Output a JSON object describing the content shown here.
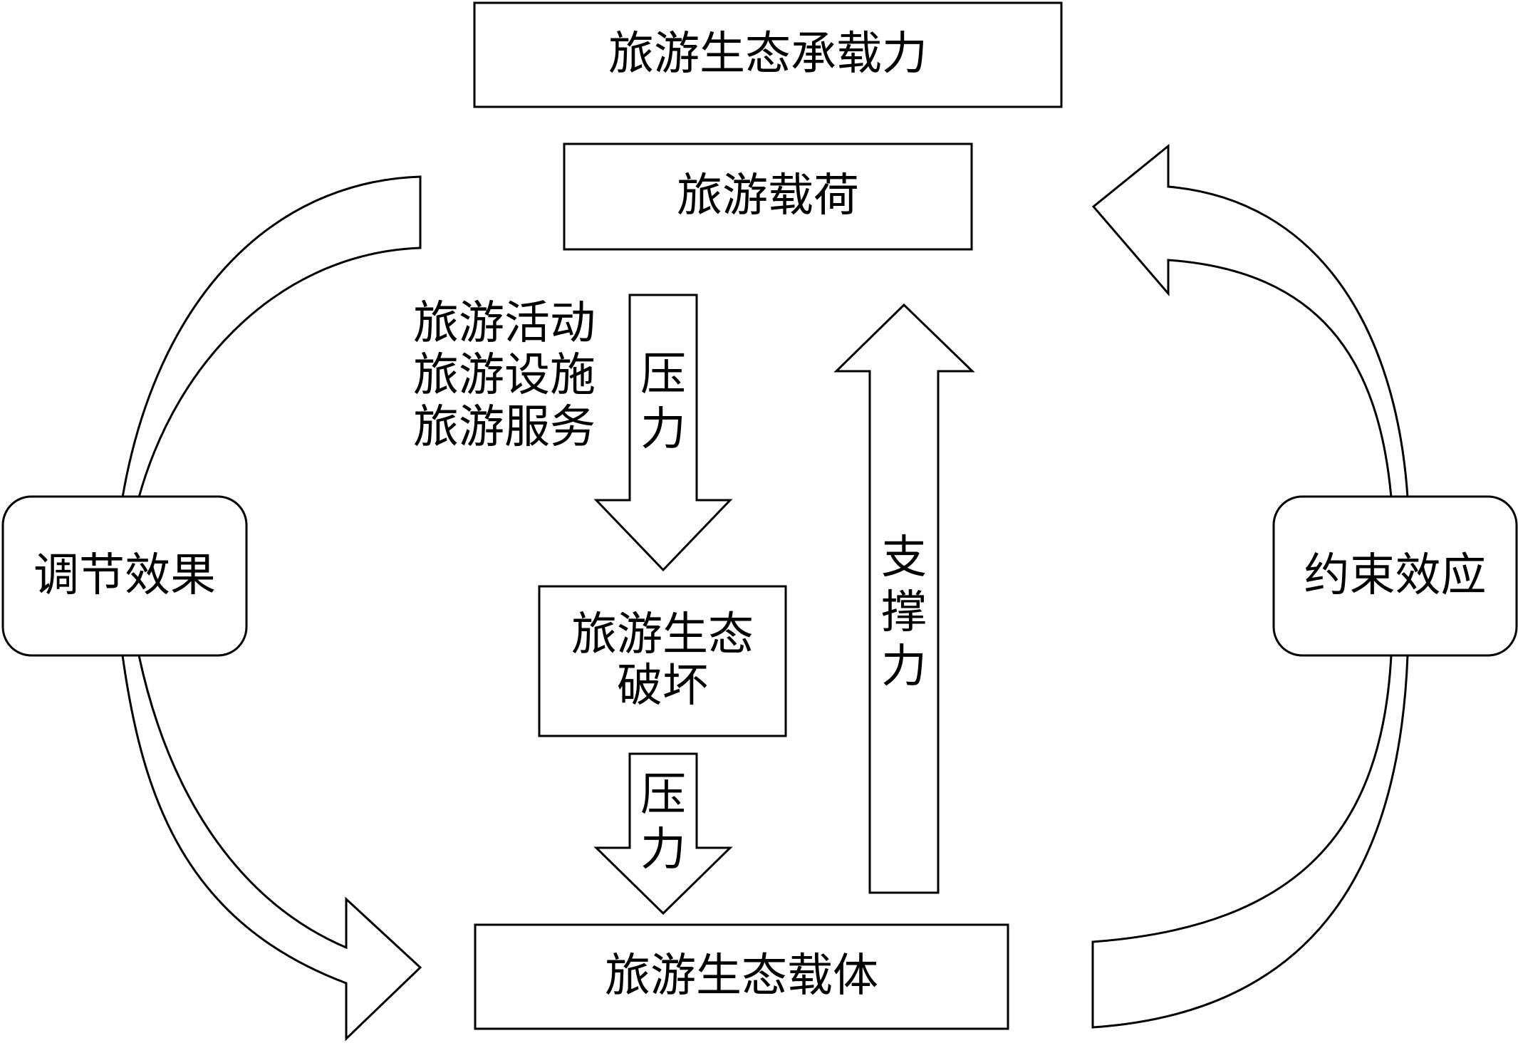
{
  "diagram": {
    "top_box": "旅游生态承载力",
    "load_box": "旅游载荷",
    "damage_box": [
      "旅游生态",
      "破坏"
    ],
    "carrier_box": "旅游生态载体",
    "left_rounded": "调节效果",
    "right_rounded": "约束效应",
    "activities": [
      "旅游活动",
      "旅游设施",
      "旅游服务"
    ],
    "pressure_arrow_1": [
      "压",
      "力"
    ],
    "pressure_arrow_2": [
      "压",
      "力"
    ],
    "support_arrow": [
      "支",
      "撑",
      "力"
    ]
  }
}
